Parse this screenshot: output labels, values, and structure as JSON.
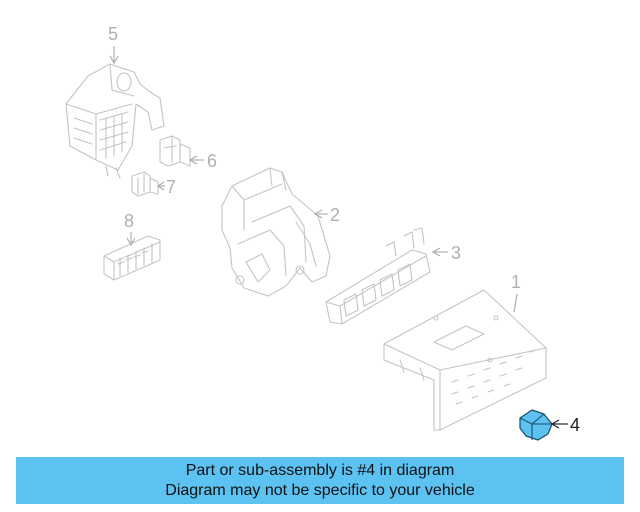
{
  "callouts": {
    "c1": "1",
    "c2": "2",
    "c3": "3",
    "c4": "4",
    "c5": "5",
    "c6": "6",
    "c7": "7",
    "c8": "8"
  },
  "highlight": {
    "part_number": "4",
    "color": "#5bc2f2"
  },
  "banner": {
    "line1": "Part or sub-assembly is #4 in diagram",
    "line2": "Diagram may not be specific to your vehicle",
    "color": "#5bc2f2"
  }
}
